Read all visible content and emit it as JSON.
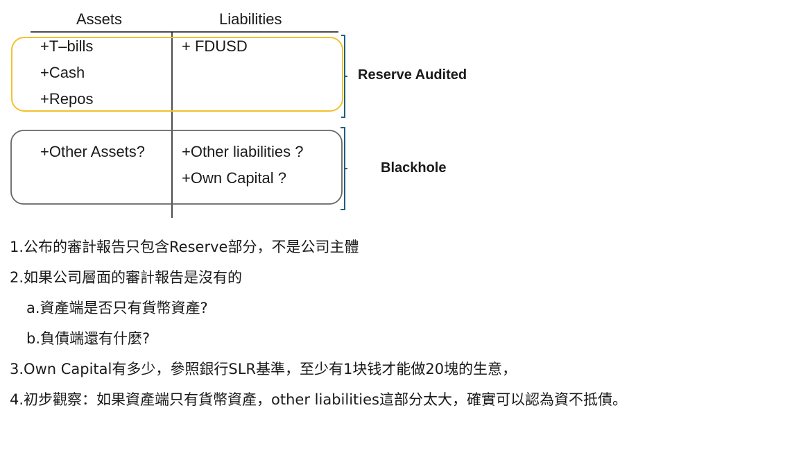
{
  "table": {
    "headers": {
      "assets": "Assets",
      "liabilities": "Liabilities"
    },
    "reserve_group": {
      "assets": [
        "+T–bills",
        "+Cash",
        "+Repos"
      ],
      "liabilities": [
        "+ FDUSD"
      ],
      "label": "Reserve Audited",
      "color": "#f2c12e"
    },
    "blackhole_group": {
      "assets": [
        "+Other Assets?"
      ],
      "liabilities": [
        "+Other liabilities ?",
        "+Own Capital ?"
      ],
      "label": "Blackhole",
      "color": "#666666"
    },
    "bracket_color": "#1f5f7a"
  },
  "notes": [
    "1.公布的審計報告只包含Reserve部分，不是公司主體",
    "2.如果公司層面的審計報告是沒有的",
    "a.資產端是否只有貨幣資產?",
    "b.負債端還有什麼?",
    "3.Own Capital有多少，參照銀行SLR基準，至少有1块钱才能做20塊的生意，",
    "4.初步觀察：如果資產端只有貨幣資產，other liabilities這部分太大，確實可以認為資不抵債。"
  ]
}
